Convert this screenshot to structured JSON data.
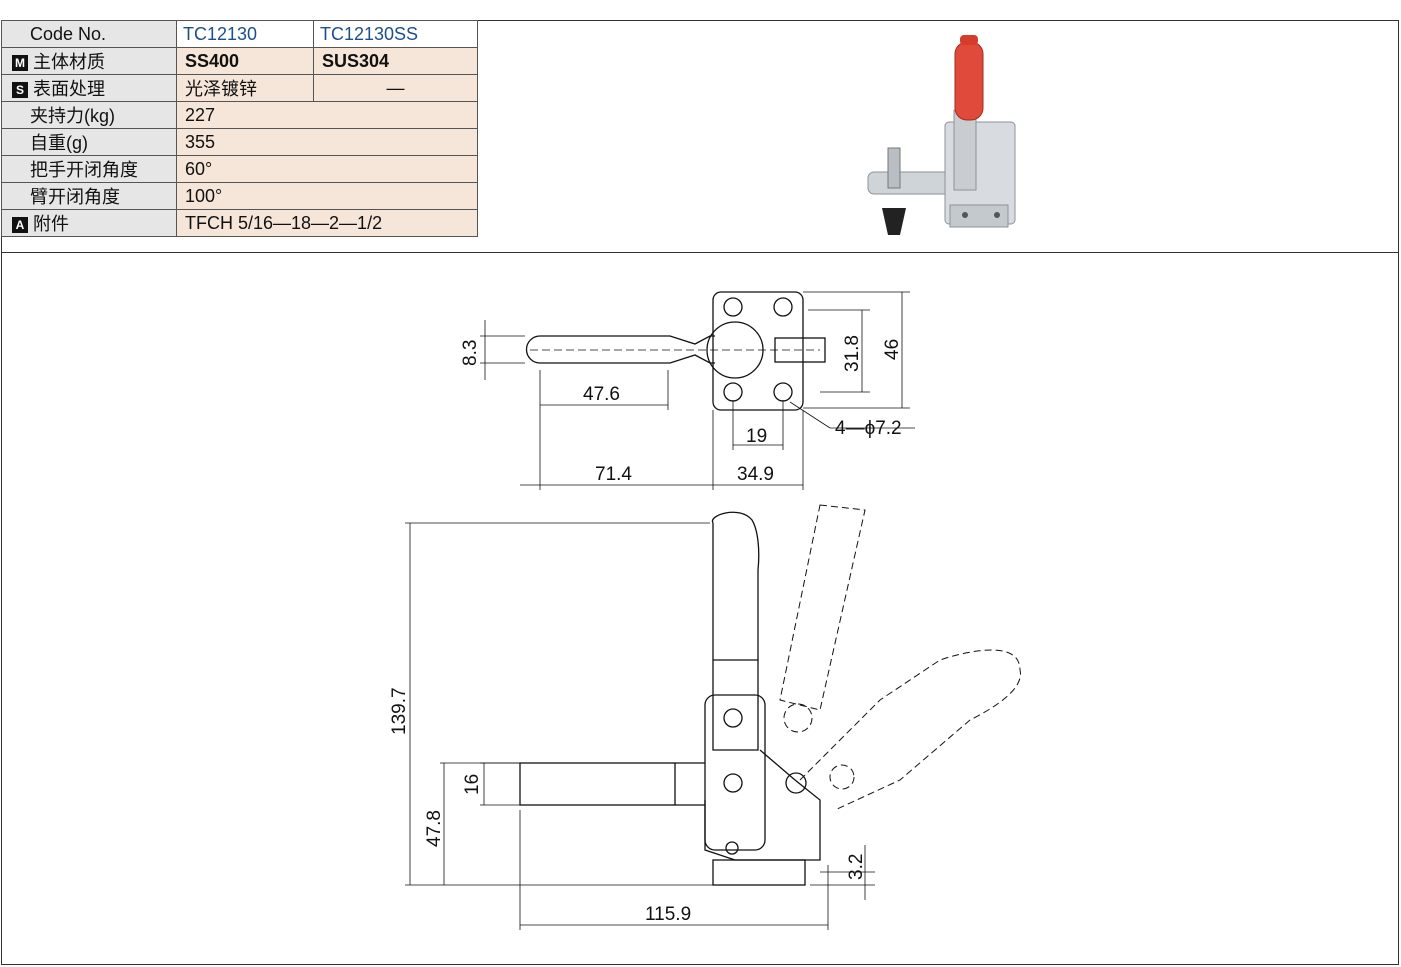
{
  "table": {
    "code_label": "Code No.",
    "codes": [
      "TC12130",
      "TC12130SS"
    ],
    "rows": [
      {
        "badge": "M",
        "label": "主体材质",
        "v1": "SS400",
        "v2": "SUS304"
      },
      {
        "badge": "S",
        "label": "表面处理",
        "v1": "光泽镀锌",
        "v2": "—"
      },
      {
        "label": "夹持力(kg)",
        "value": "227"
      },
      {
        "label": "自重(g)",
        "value": "355"
      },
      {
        "label": "把手开闭角度",
        "value": "60°"
      },
      {
        "label": "臂开闭角度",
        "value": "100°"
      },
      {
        "badge": "A",
        "label": "附件",
        "value": "TFCH 5/16—18—2—1/2"
      }
    ]
  },
  "dimensions": {
    "d_8_3": "8.3",
    "d_47_6": "47.6",
    "d_31_8": "31.8",
    "d_46": "46",
    "d_holes": "4—ϕ7.2",
    "d_19": "19",
    "d_71_4": "71.4",
    "d_34_9": "34.9",
    "d_139_7": "139.7",
    "d_16": "16",
    "d_47_8": "47.8",
    "d_3_2": "3.2",
    "d_115_9": "115.9"
  },
  "colors": {
    "handle_grip": "#e04a3a",
    "steel": "#d8dce0",
    "header_cell": "#e6e6e6",
    "value_cell": "#f6e6da",
    "code_text": "#1c4f8f"
  }
}
